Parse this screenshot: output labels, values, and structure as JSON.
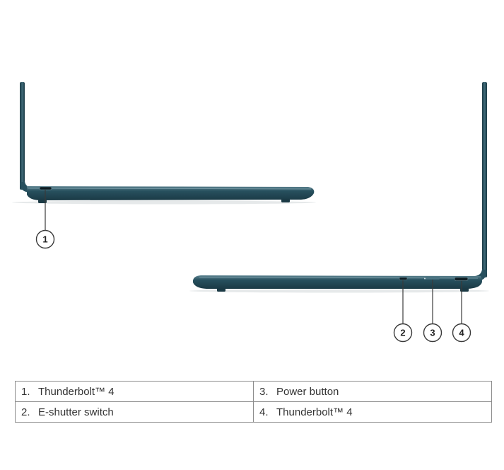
{
  "colors": {
    "laptop_body": "#27505e",
    "laptop_dark": "#1b3a45",
    "laptop_highlight": "#5f8592",
    "callout_stroke": "#3a3a3a",
    "table_border": "#8c8c8c"
  },
  "callouts": {
    "c1": "1",
    "c2": "2",
    "c3": "3",
    "c4": "4"
  },
  "legend": {
    "rows": [
      {
        "left": {
          "num": "1.",
          "label": "Thunderbolt™ 4"
        },
        "right": {
          "num": "3.",
          "label": "Power button"
        }
      },
      {
        "left": {
          "num": "2.",
          "label": "E-shutter switch"
        },
        "right": {
          "num": "4.",
          "label": "Thunderbolt™ 4"
        }
      }
    ]
  }
}
